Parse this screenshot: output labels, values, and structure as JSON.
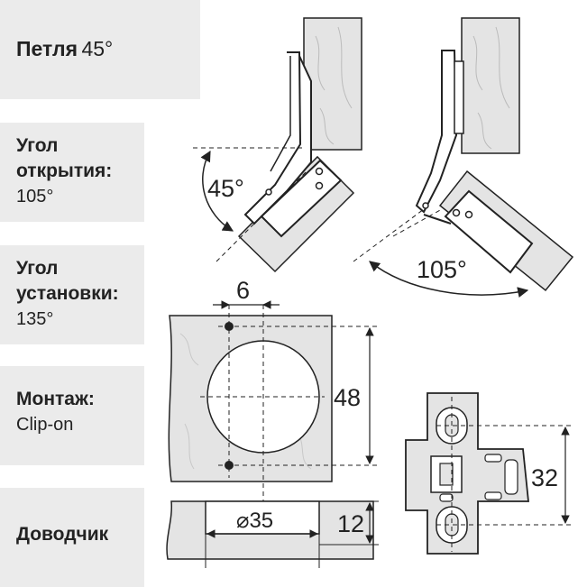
{
  "cards": {
    "hinge": {
      "title": "Петля",
      "value": "45°"
    },
    "opening_angle": {
      "title_line1": "Угол",
      "title_line2": "открытия:",
      "value": "105°"
    },
    "install_angle": {
      "title_line1": "Угол",
      "title_line2": "установки:",
      "value": "135°"
    },
    "mounting": {
      "title": "Монтаж:",
      "value": "Clip-on"
    },
    "closer": {
      "title": "Доводчик"
    }
  },
  "diagram": {
    "angle_45": "45°",
    "angle_105": "105°",
    "dim_6": "6",
    "dim_48": "48",
    "dim_35": "⌀35",
    "dim_12": "12",
    "dim_32": "32"
  },
  "colors": {
    "card_bg": "#ebebeb",
    "wood": "#e4e4e4",
    "line": "#222222"
  }
}
